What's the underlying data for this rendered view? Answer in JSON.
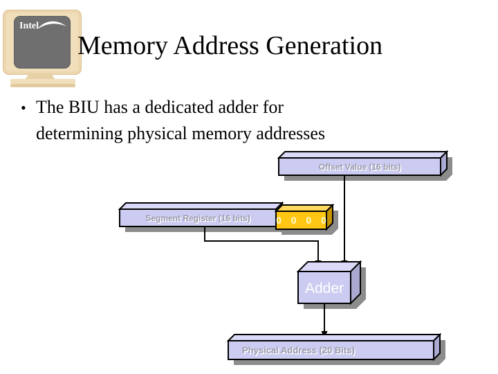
{
  "slide": {
    "brand": "Intel",
    "title": "Memory Address Generation",
    "bullet_marker": "•",
    "bullet_line1": "The BIU has a dedicated adder for",
    "bullet_line2": "determining physical memory addresses",
    "diagram": {
      "offset_label": "Offset Value (16 bits)",
      "segment_label": "Segment Register (16 bits)",
      "zeros_label": "0 0 0 0",
      "adder_label": "Adder",
      "physical_label": "Physical Address (20 Bits)"
    },
    "colors": {
      "box_fill": "#ccccf2",
      "box_top": "#dadaf8",
      "box_side": "#a9a9d2",
      "gold_fill": "#ffc613",
      "gold_top": "#ffd95e",
      "gold_side": "#c79400",
      "shadow": "#8c8c8c",
      "label_gray": "#9b9bac",
      "zeros_text": "#ffffd6",
      "adder_text": "#ffffff",
      "monitor_case": "#f1debb",
      "monitor_screen": "#6f6f6f"
    }
  }
}
